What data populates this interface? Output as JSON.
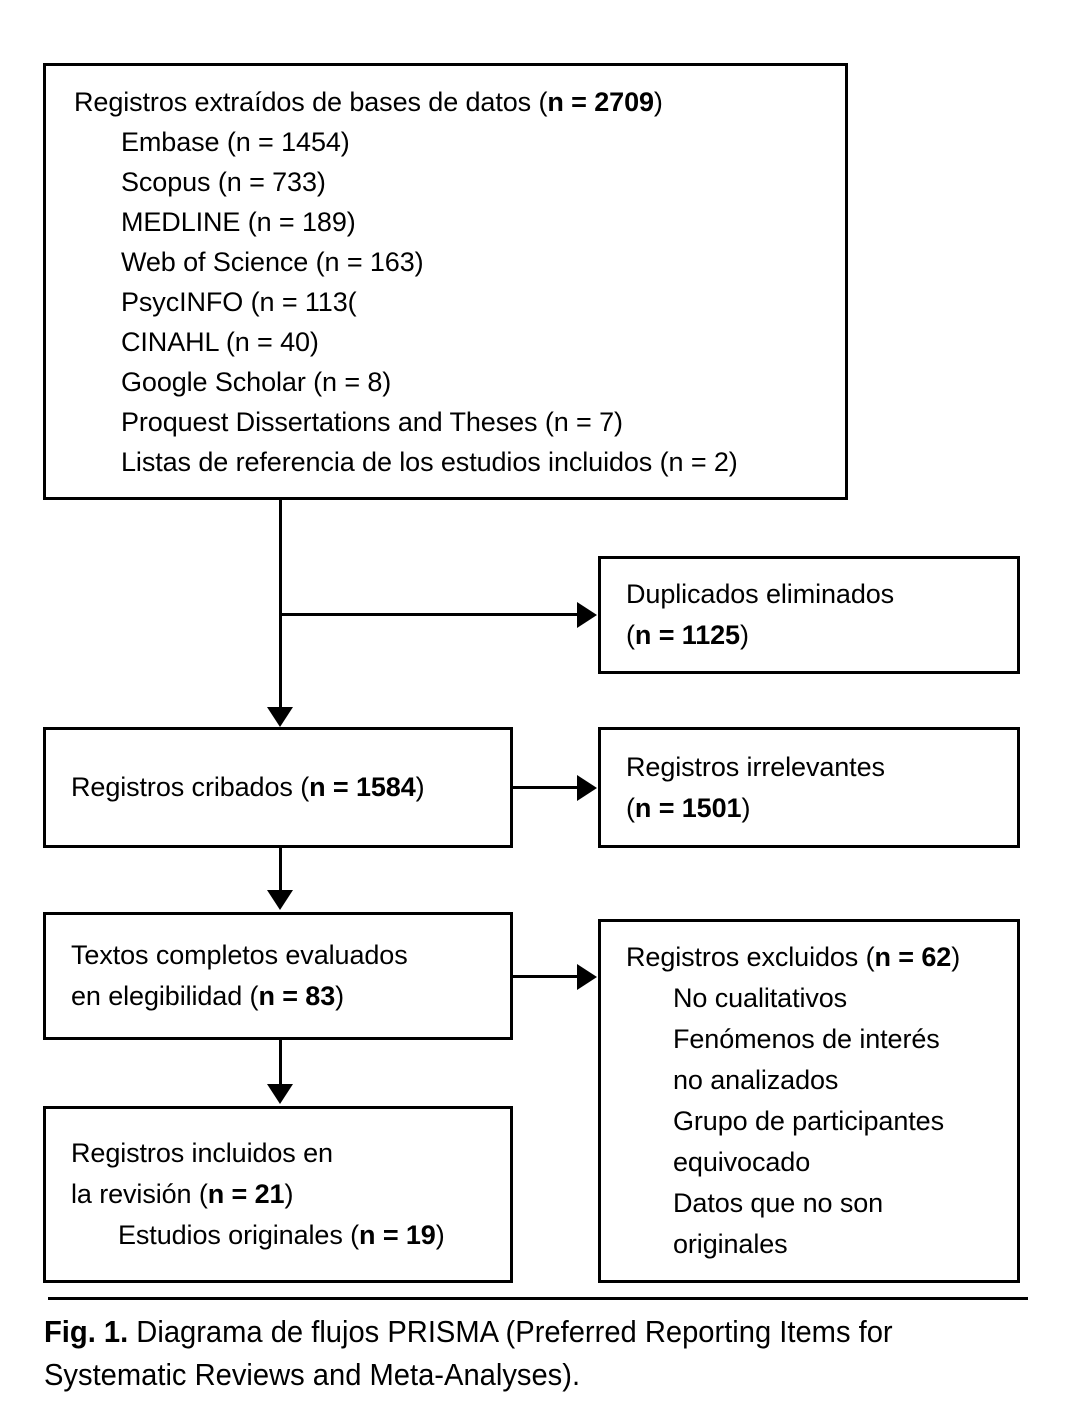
{
  "figure": {
    "caption_label": "Fig. 1.",
    "caption_text": " Diagrama de flujos PRISMA (Preferred Reporting Items for Systematic Reviews and Meta-Analyses).",
    "accent_color": "#000000",
    "background_color": "#ffffff"
  },
  "boxes": {
    "sources": {
      "name": "records-identified-box",
      "title_prefix": "Registros extraídos de bases de datos (",
      "title_n": "n = 2709",
      "title_suffix": ")",
      "items": [
        "Embase (n = 1454)",
        "Scopus (n = 733)",
        "MEDLINE (n = 189)",
        "Web of Science (n = 163)",
        "PsycINFO (n = 113(",
        "CINAHL (n = 40)",
        "Google Scholar (n = 8)",
        "Proquest Dissertations and Theses (n = 7)",
        "Listas de referencia de los estudios incluidos (n = 2)"
      ]
    },
    "duplicates": {
      "name": "duplicates-removed-box",
      "line1": "Duplicados eliminados",
      "line2_prefix": "(",
      "line2_n": "n = 1125",
      "line2_suffix": ")"
    },
    "screened": {
      "name": "records-screened-box",
      "line1_prefix": "Registros cribados (",
      "line1_n": "n = 1584",
      "line1_suffix": ")"
    },
    "irrelevant": {
      "name": "records-irrelevant-box",
      "line1": "Registros irrelevantes",
      "line2_prefix": "(",
      "line2_n": "n = 1501",
      "line2_suffix": ")"
    },
    "fulltext": {
      "name": "fulltext-assessed-box",
      "line1": "Textos completos evaluados",
      "line2_prefix": "en elegibilidad (",
      "line2_n": "n = 83",
      "line2_suffix": ")"
    },
    "excluded": {
      "name": "records-excluded-box",
      "title_prefix": "Registros excluidos (",
      "title_n": "n = 62",
      "title_suffix": ")",
      "reasons": [
        "No cualitativos",
        "Fenómenos de interés",
        "no analizados",
        "Grupo de participantes",
        "equivocado",
        "Datos que no son",
        "originales"
      ]
    },
    "included": {
      "name": "records-included-box",
      "line1": "Registros incluidos en",
      "line2_prefix": "la revisión (",
      "line2_n": "n = 21",
      "line2_suffix": ")",
      "line3_prefix": "Estudios originales (",
      "line3_n": "n = 19",
      "line3_suffix": ")"
    }
  },
  "chart_data": {
    "type": "diagram",
    "title": "Diagrama de flujos PRISMA",
    "nodes": [
      {
        "id": "sources",
        "label": "Registros extraídos de bases de datos",
        "n": 2709,
        "breakdown": [
          {
            "source": "Embase",
            "n": 1454
          },
          {
            "source": "Scopus",
            "n": 733
          },
          {
            "source": "MEDLINE",
            "n": 189
          },
          {
            "source": "Web of Science",
            "n": 163
          },
          {
            "source": "PsycINFO",
            "n": 113
          },
          {
            "source": "CINAHL",
            "n": 40
          },
          {
            "source": "Google Scholar",
            "n": 8
          },
          {
            "source": "Proquest Dissertations and Theses",
            "n": 7
          },
          {
            "source": "Listas de referencia de los estudios incluidos",
            "n": 2
          }
        ]
      },
      {
        "id": "duplicates",
        "label": "Duplicados eliminados",
        "n": 1125
      },
      {
        "id": "screened",
        "label": "Registros cribados",
        "n": 1584
      },
      {
        "id": "irrelevant",
        "label": "Registros irrelevantes",
        "n": 1501
      },
      {
        "id": "fulltext",
        "label": "Textos completos evaluados en elegibilidad",
        "n": 83
      },
      {
        "id": "excluded",
        "label": "Registros excluidos",
        "n": 62,
        "reasons": [
          "No cualitativos",
          "Fenómenos de interés no analizados",
          "Grupo de participantes equivocado",
          "Datos que no son originales"
        ]
      },
      {
        "id": "included",
        "label": "Registros incluidos en la revisión",
        "n": 21,
        "breakdown": [
          {
            "source": "Estudios originales",
            "n": 19
          }
        ]
      }
    ],
    "edges": [
      {
        "from": "sources",
        "to": "duplicates"
      },
      {
        "from": "sources",
        "to": "screened"
      },
      {
        "from": "screened",
        "to": "irrelevant"
      },
      {
        "from": "screened",
        "to": "fulltext"
      },
      {
        "from": "fulltext",
        "to": "excluded"
      },
      {
        "from": "fulltext",
        "to": "included"
      }
    ]
  }
}
